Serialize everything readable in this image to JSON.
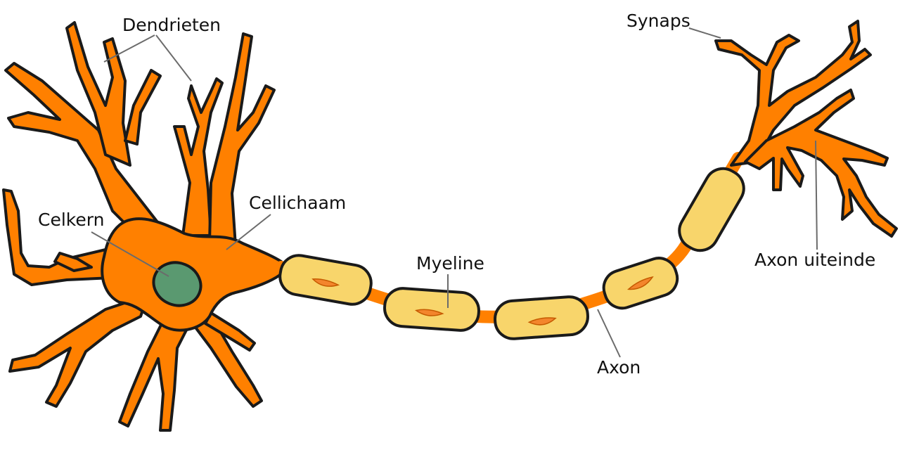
{
  "colors": {
    "neuron": "#ff8000",
    "myelin": "#f8d56b",
    "nucleus": "#5a9970",
    "schwann_nucleus": "#f3852c",
    "outline": "#1a1a1a",
    "leader": "#6b6b6b"
  },
  "labels": {
    "dendrites": "Dendrieten",
    "synapse": "Synaps",
    "cell_body": "Cellichaam",
    "nucleus": "Celkern",
    "myelin": "Myeline",
    "axon_terminal": "Axon uiteinde",
    "axon": "Axon"
  }
}
